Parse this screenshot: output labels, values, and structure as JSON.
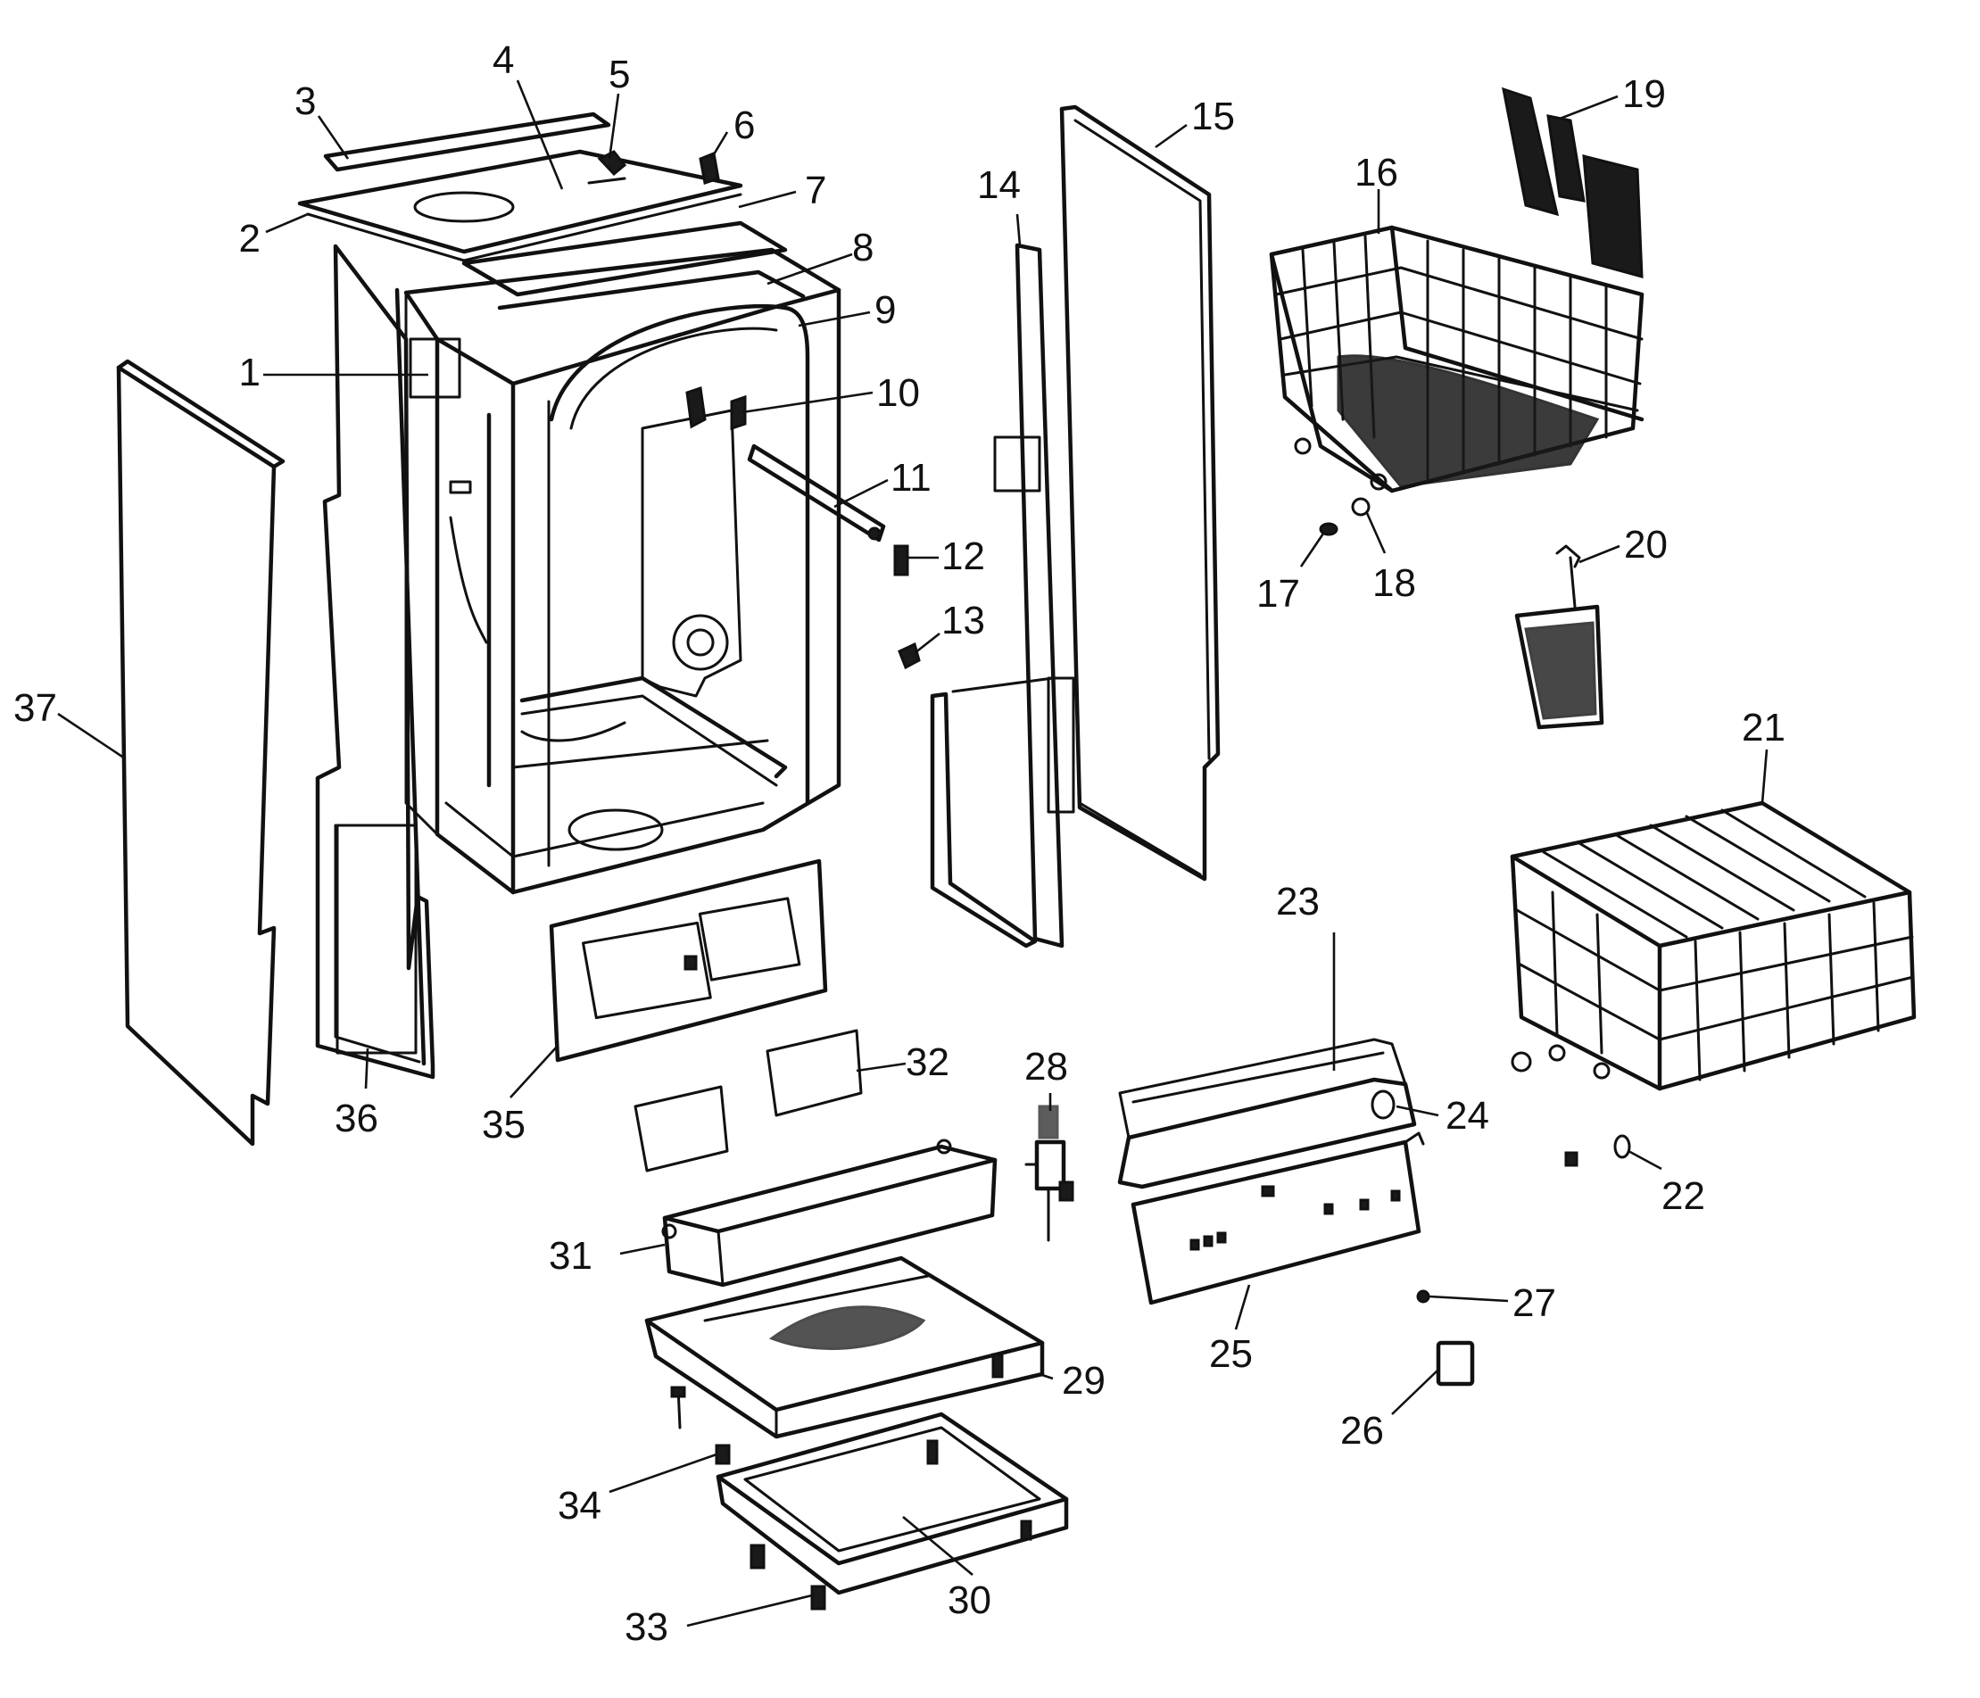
{
  "diagram": {
    "callouts": [
      "1",
      "2",
      "3",
      "4",
      "5",
      "6",
      "7",
      "8",
      "9",
      "10",
      "11",
      "12",
      "13",
      "14",
      "15",
      "16",
      "17",
      "18",
      "19",
      "20",
      "21",
      "22",
      "23",
      "24",
      "25",
      "26",
      "27",
      "28",
      "29",
      "30",
      "31",
      "32",
      "33",
      "34",
      "35",
      "36",
      "37"
    ]
  }
}
